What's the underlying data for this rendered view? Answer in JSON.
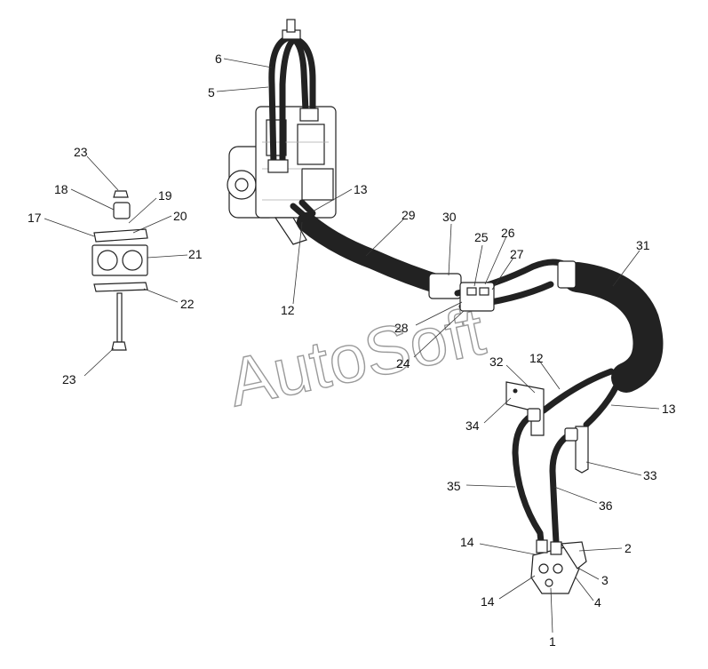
{
  "watermark": "AutoSoft",
  "labels": [
    {
      "id": "l5",
      "text": "5"
    },
    {
      "id": "l6",
      "text": "6"
    },
    {
      "id": "l23a",
      "text": "23"
    },
    {
      "id": "l18",
      "text": "18"
    },
    {
      "id": "l19",
      "text": "19"
    },
    {
      "id": "l20",
      "text": "20"
    },
    {
      "id": "l17",
      "text": "17"
    },
    {
      "id": "l21",
      "text": "21"
    },
    {
      "id": "l22",
      "text": "22"
    },
    {
      "id": "l23b",
      "text": "23"
    },
    {
      "id": "l13a",
      "text": "13"
    },
    {
      "id": "l12a",
      "text": "12"
    },
    {
      "id": "l29",
      "text": "29"
    },
    {
      "id": "l30",
      "text": "30"
    },
    {
      "id": "l25",
      "text": "25"
    },
    {
      "id": "l26",
      "text": "26"
    },
    {
      "id": "l27",
      "text": "27"
    },
    {
      "id": "l28",
      "text": "28"
    },
    {
      "id": "l24",
      "text": "24"
    },
    {
      "id": "l31",
      "text": "31"
    },
    {
      "id": "l32",
      "text": "32"
    },
    {
      "id": "l12b",
      "text": "12"
    },
    {
      "id": "l13b",
      "text": "13"
    },
    {
      "id": "l34",
      "text": "34"
    },
    {
      "id": "l33",
      "text": "33"
    },
    {
      "id": "l35",
      "text": "35"
    },
    {
      "id": "l36",
      "text": "36"
    },
    {
      "id": "l14a",
      "text": "14"
    },
    {
      "id": "l2",
      "text": "2"
    },
    {
      "id": "l3",
      "text": "3"
    },
    {
      "id": "l4",
      "text": "4"
    },
    {
      "id": "l14b",
      "text": "14"
    },
    {
      "id": "l1",
      "text": "1"
    }
  ]
}
